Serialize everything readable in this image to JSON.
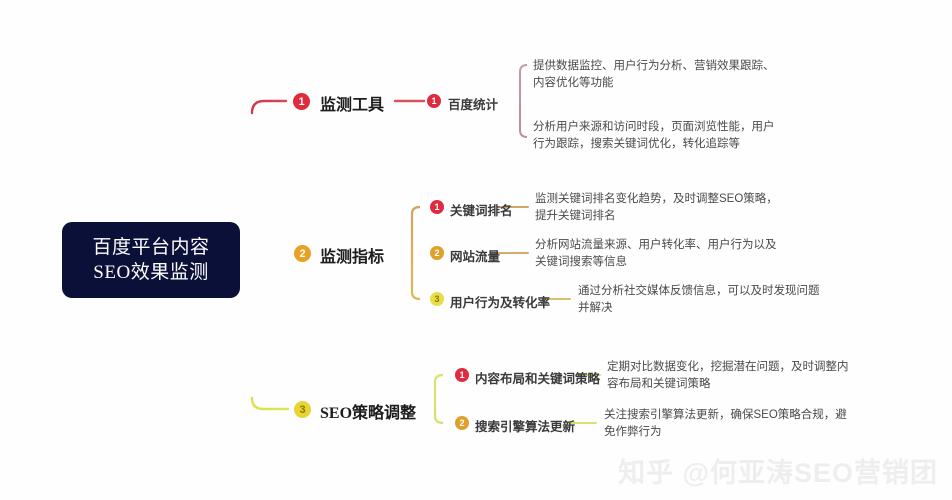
{
  "root": {
    "line1": "百度平台内容",
    "line2": "SEO效果监测",
    "bg_color": "#0b1038",
    "text_color": "#ffffff"
  },
  "watermark": {
    "text": "知乎 @何亚涛SEO营销团",
    "color": "#eeeeee"
  },
  "palette": {
    "red": "#e02b3c",
    "orange": "#e8a122",
    "yellow": "#e8d533",
    "trunk_top": "#d2374b",
    "trunk_mid": "#e3a326",
    "trunk_bottom": "#dbe14a",
    "leaf_text": "#4a4a4a"
  },
  "branches": [
    {
      "index": "1",
      "label": "监测工具",
      "color": "#e02b3c",
      "children": [
        {
          "index": "1",
          "label": "百度统计",
          "color": "#de2b3f",
          "details": [
            {
              "line1": "提供数据监控、用户行为分析、营销效果跟踪、",
              "line2": "内容优化等功能"
            },
            {
              "line1": "分析用户来源和访问时段，页面浏览性能，用户",
              "line2": "行为跟踪，搜索关键词优化，转化追踪等"
            }
          ]
        }
      ]
    },
    {
      "index": "2",
      "label": "监测指标",
      "color": "#e8a122",
      "children": [
        {
          "index": "1",
          "label": "关键词排名",
          "color": "#de2b3f",
          "details": [
            {
              "line1": "监测关键词排名变化趋势，及时调整SEO策略，",
              "line2": "提升关键词排名"
            }
          ]
        },
        {
          "index": "2",
          "label": "网站流量",
          "color": "#dfa02a",
          "details": [
            {
              "line1": "分析网站流量来源、用户转化率、用户行为以及",
              "line2": "关键词搜索等信息"
            }
          ]
        },
        {
          "index": "3",
          "label": "用户行为及转化率",
          "color": "#e6dd49",
          "details": [
            {
              "line1": "通过分析社交媒体反馈信息，可以及时发现问题",
              "line2": "并解决"
            }
          ]
        }
      ]
    },
    {
      "index": "3",
      "label": "SEO策略调整",
      "color": "#e8d533",
      "children": [
        {
          "index": "1",
          "label": "内容布局和关键词策略",
          "color": "#de2b3f",
          "details": [
            {
              "line1": "定期对比数据变化，挖掘潜在问题，及时调整内",
              "line2": "容布局和关键词策略"
            }
          ]
        },
        {
          "index": "2",
          "label": "搜索引擎算法更新",
          "color": "#dfa02a",
          "details": [
            {
              "line1": "关注搜索引擎算法更新，确保SEO策略合规，避",
              "line2": "免作弊行为"
            }
          ]
        }
      ]
    }
  ]
}
